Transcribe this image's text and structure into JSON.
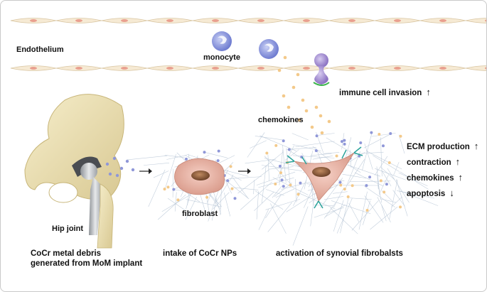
{
  "labels": {
    "endothelium": "Endothelium",
    "monocyte": "monocyte",
    "immune_invasion": "immune cell invasion",
    "chemokines_label": "chemokines",
    "hip_joint": "Hip joint",
    "fibroblast": "fibroblast"
  },
  "stages": {
    "debris_line1": "CoCr metal debris",
    "debris_line2": "generated from MoM implant",
    "intake": "intake of CoCr NPs",
    "activation": "activation of synovial fibrobalsts"
  },
  "effects": [
    {
      "label": "ECM production",
      "direction": "↑"
    },
    {
      "label": "contraction",
      "direction": "↑"
    },
    {
      "label": "chemokines",
      "direction": "↑"
    },
    {
      "label": "apoptosis",
      "direction": "↓"
    }
  ],
  "immune_invasion_direction": "↑",
  "colors": {
    "endothelium_cell": "#f6ead4",
    "endothelium_edge": "#d9c6a3",
    "nucleus": "#e9a08f",
    "monocyte": "#7e8bd6",
    "immune_cell": "#a08ad0",
    "chemokine_dot": "#f3c98a",
    "fibroblast_body": "#e8b3a6",
    "fibroblast_nucleus": "#8a5a3c",
    "np_dot": "#8f97d8",
    "ecm_fiber": "#b8c6d6",
    "bone": "#ece0b2",
    "implant": "#b9bcc0",
    "filopodia": "#2aa39a"
  },
  "icons": [
    "arrow-right-icon",
    "monocyte-icon",
    "immune-cell-icon",
    "fibroblast-icon",
    "hip-implant-icon"
  ]
}
